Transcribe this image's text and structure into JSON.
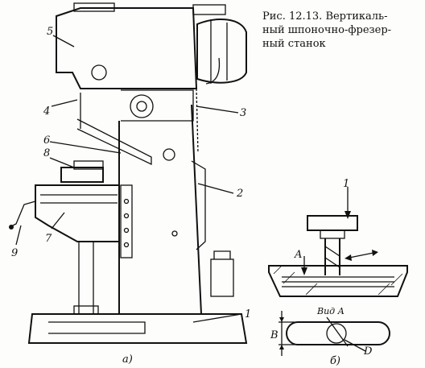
{
  "caption": {
    "line1": "Рис. 12.13. Вертикаль-",
    "line2": "ный шпоночно-фрезер-",
    "line3": "ный станок"
  },
  "figure_a": {
    "part_labels": [
      "5",
      "4",
      "3",
      "6",
      "8",
      "2",
      "9",
      "7",
      "1"
    ],
    "sublabel": "а)"
  },
  "figure_b": {
    "arrow_label_1": "1",
    "arrow_label_A": "A",
    "view_label": "Вид А",
    "dim_label_B": "B",
    "dim_label_D": "D",
    "sublabel": "б)"
  }
}
